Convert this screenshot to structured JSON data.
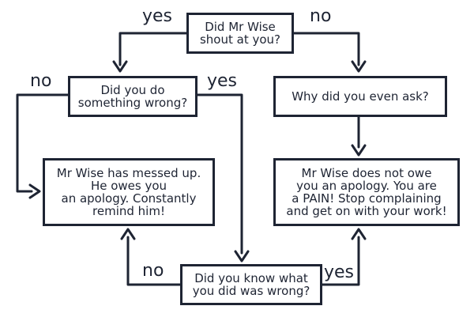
{
  "nodes": {
    "shout": "Did Mr Wise\nshout at you?",
    "did_wrong": "Did you do\nsomething wrong?",
    "why_ask": "Why did you even ask?",
    "messed_up": "Mr Wise has messed up.\nHe owes you\nan apology. Constantly\nremind him!",
    "does_not_owe": "Mr Wise does not owe\nyou an apology. You are\na PAIN! Stop complaining\nand get on with your work!",
    "know_wrong": "Did you know what\nyou did was wrong?"
  },
  "edges": {
    "shout_yes": "yes",
    "shout_no": "no",
    "did_wrong_no": "no",
    "did_wrong_yes": "yes",
    "know_no": "no",
    "know_yes": "yes"
  },
  "colors": {
    "ink": "#1e2433",
    "background": "#ffffff"
  }
}
